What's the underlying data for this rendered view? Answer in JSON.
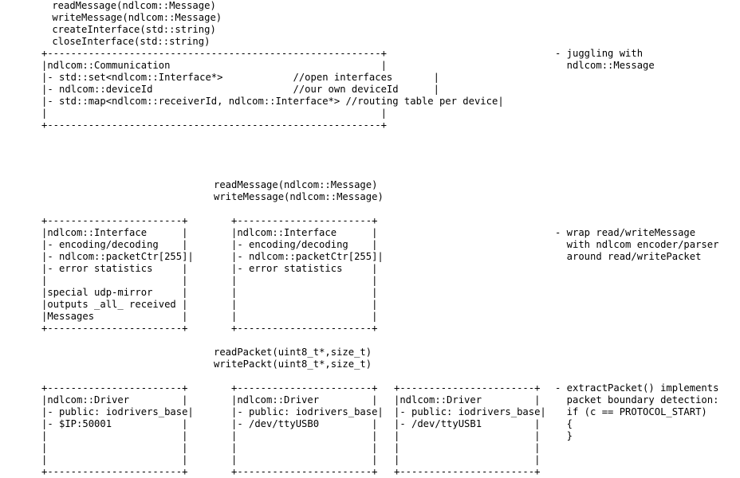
{
  "text_blocks": [
    {
      "id": "communication-methods",
      "lines": [
        " readMessage(ndlcom::Message)",
        " writeMessage(ndlcom::Message)",
        " createInterface(std::string)",
        " closeInterface(std::string)"
      ]
    },
    {
      "id": "communication-box",
      "lines": [
        "+---------------------------------------------------------+",
        "|ndlcom::Communication                                    |",
        "|- std::set<ndlcom::Interface*>            //open interfaces       |",
        "|- ndlcom::deviceId                        //our own deviceId      |",
        "|- std::map<ndlcom::receiverId, ndlcom::Interface*> //routing table per device|",
        "|                                                         |",
        "+---------------------------------------------------------+"
      ]
    },
    {
      "id": "note-juggling",
      "lines": [
        "- juggling with",
        "  ndlcom::Message"
      ]
    },
    {
      "id": "interface-methods",
      "lines": [
        "readMessage(ndlcom::Message)",
        "writeMessage(ndlcom::Message)"
      ]
    },
    {
      "id": "interface-box-udp",
      "lines": [
        "+-----------------------+",
        "|ndlcom::Interface      |",
        "|- encoding/decoding    |",
        "|- ndlcom::packetCtr[255]|",
        "|- error statistics     |",
        "|                       |",
        "|special udp-mirror     |",
        "|outputs _all_ received |",
        "|Messages               |",
        "+-----------------------+"
      ]
    },
    {
      "id": "interface-box-serial",
      "lines": [
        "+-----------------------+",
        "|ndlcom::Interface      |",
        "|- encoding/decoding    |",
        "|- ndlcom::packetCtr[255]|",
        "|- error statistics     |",
        "|                       |",
        "|                       |",
        "|                       |",
        "|                       |",
        "+-----------------------+"
      ]
    },
    {
      "id": "note-wrap",
      "lines": [
        "- wrap read/writeMessage",
        "  with ndlcom encoder/parser",
        "  around read/writePacket"
      ]
    },
    {
      "id": "driver-methods",
      "lines": [
        "readPacket(uint8_t*,size_t)",
        "writePackt(uint8_t*,size_t)"
      ]
    },
    {
      "id": "driver-box-udp",
      "lines": [
        "+-----------------------+",
        "|ndlcom::Driver         |",
        "|- public: iodrivers_base|",
        "|- $IP:50001            |",
        "|                       |",
        "|                       |",
        "|                       |",
        "+-----------------------+"
      ]
    },
    {
      "id": "driver-box-usb0",
      "lines": [
        "+-----------------------+",
        "|ndlcom::Driver         |",
        "|- public: iodrivers_base|",
        "|- /dev/ttyUSB0         |",
        "|                       |",
        "|                       |",
        "|                       |",
        "+-----------------------+"
      ]
    },
    {
      "id": "driver-box-usb1",
      "lines": [
        "+-----------------------+",
        "|ndlcom::Driver         |",
        "|- public: iodrivers_base|",
        "|- /dev/ttyUSB1         |",
        "|                       |",
        "|                       |",
        "|                       |",
        "+-----------------------+"
      ]
    },
    {
      "id": "note-extract",
      "lines": [
        "- extractPacket() implements",
        "  packet boundary detection:",
        "  if (c == PROTOCOL_START)",
        "  {",
        "  }"
      ]
    }
  ]
}
